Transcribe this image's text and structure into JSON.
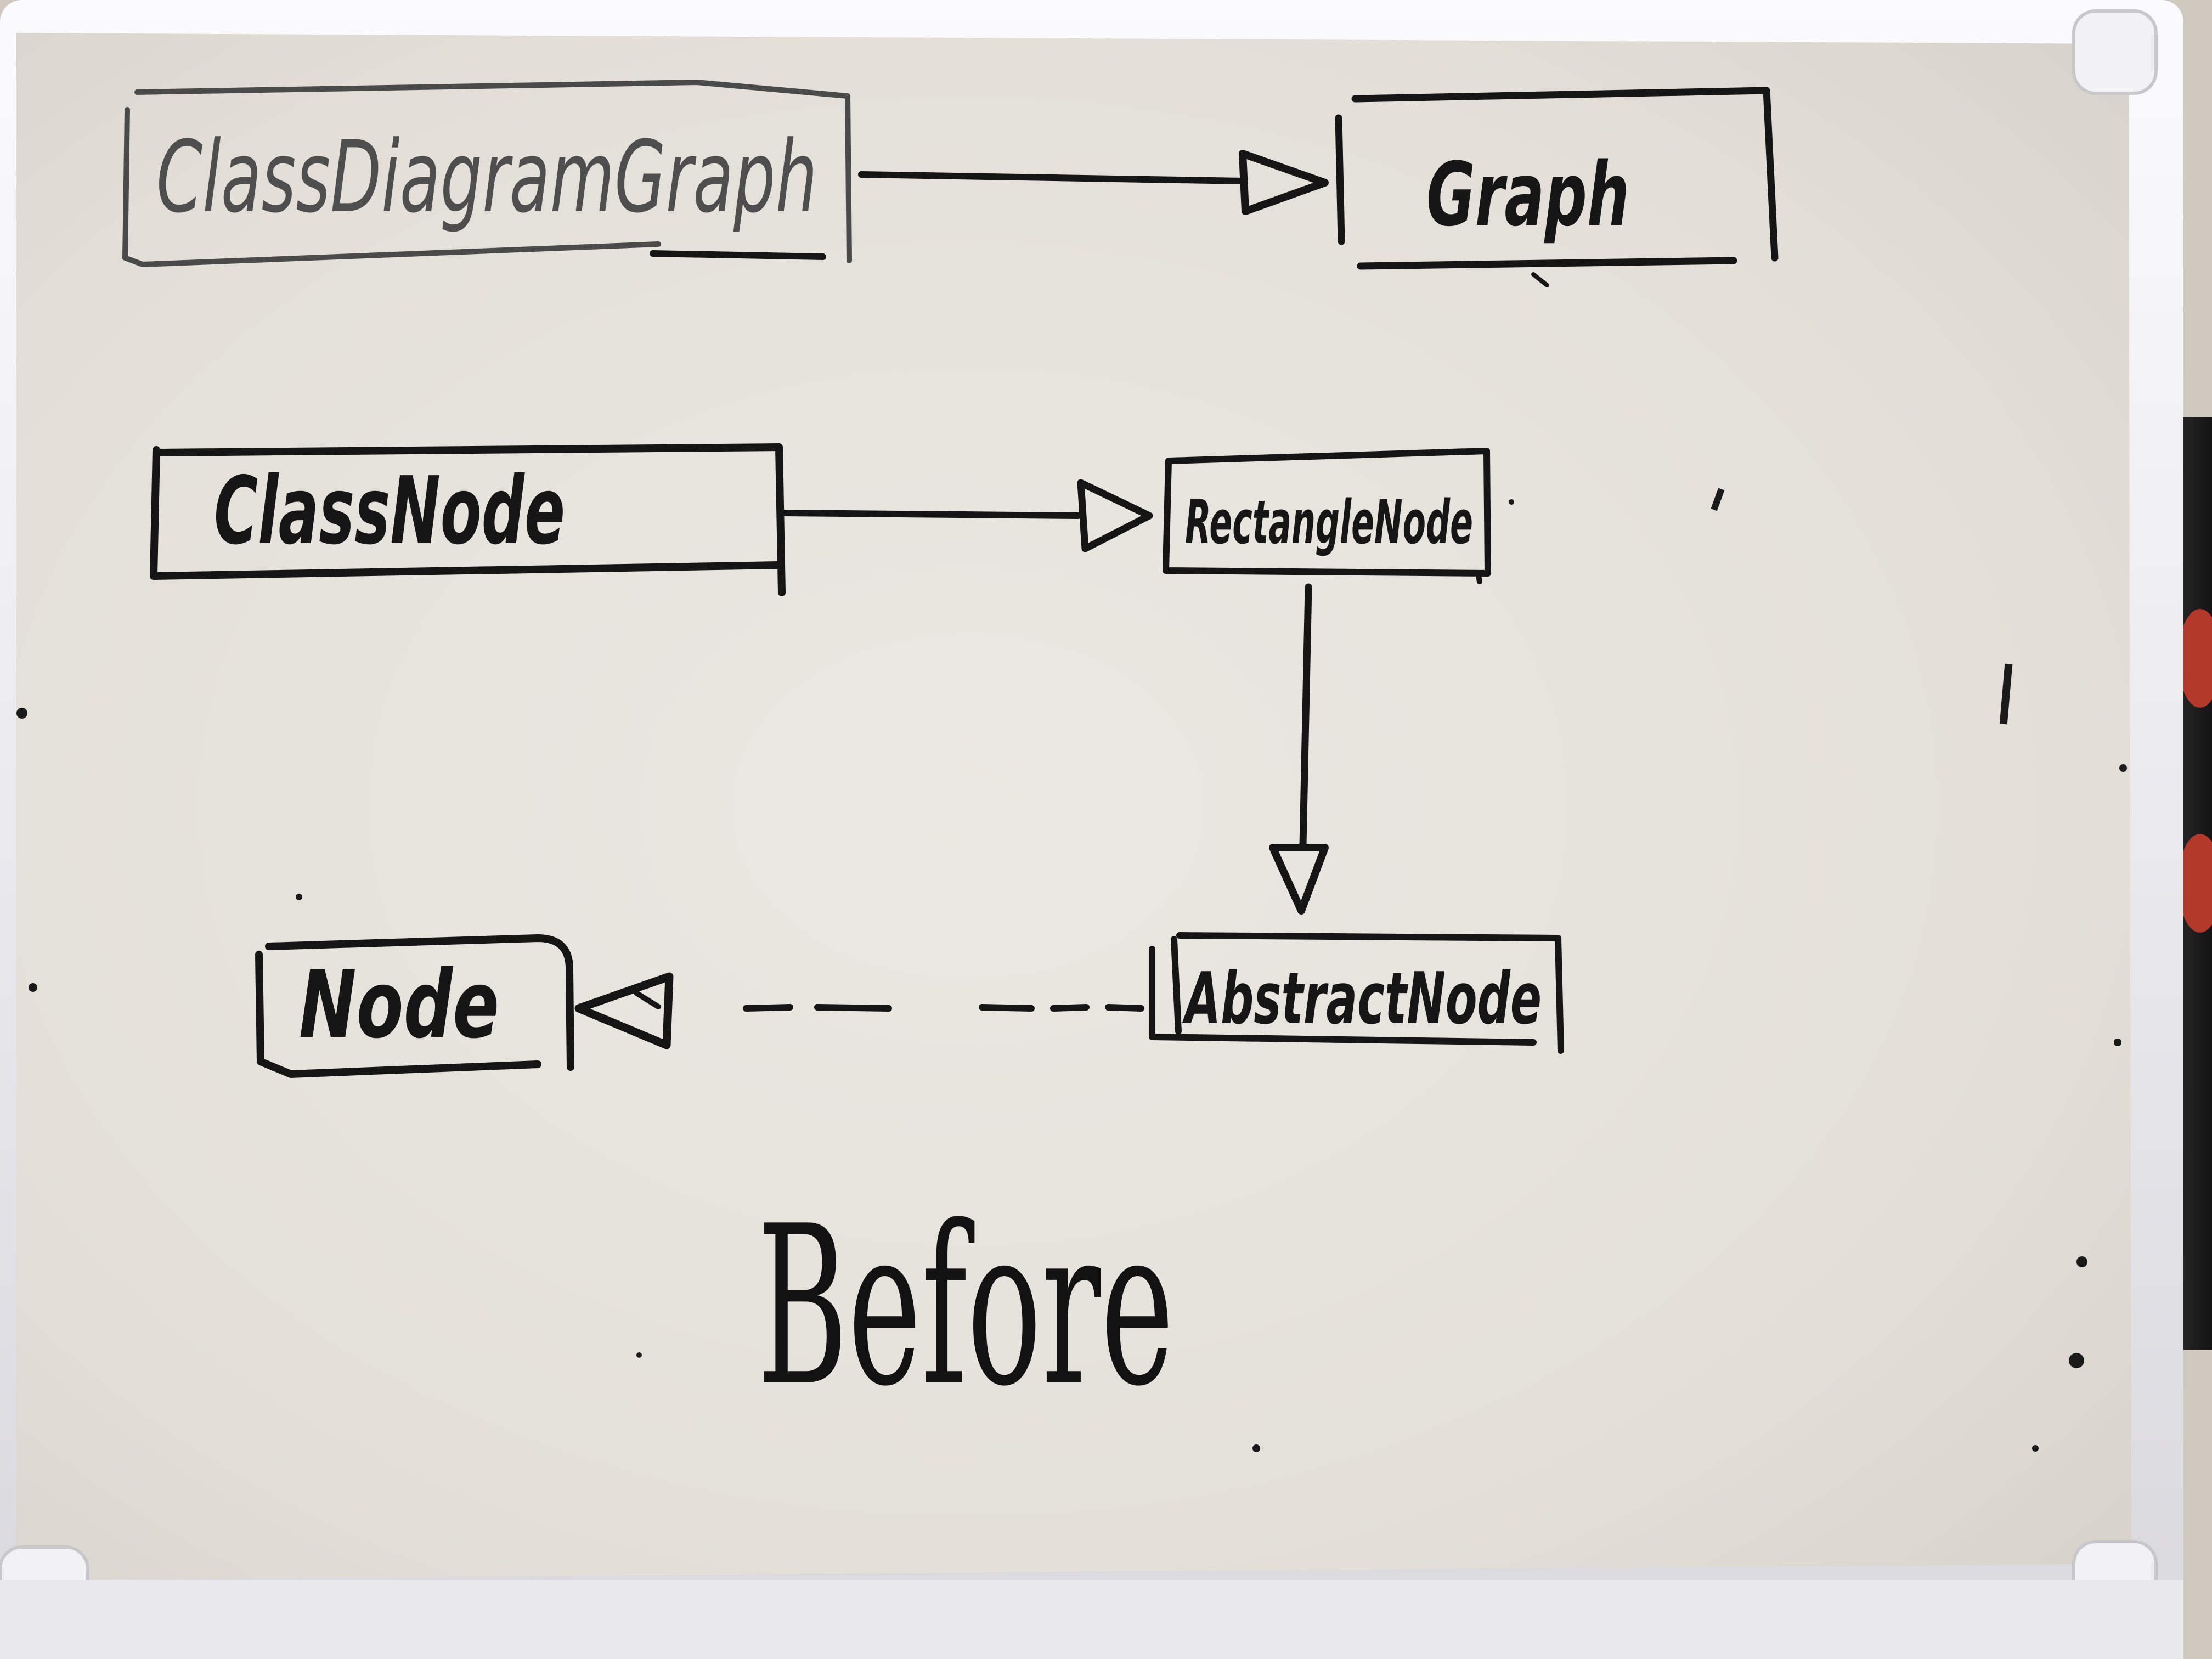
{
  "diagram": {
    "classes": [
      {
        "id": "class-diagram-graph",
        "label": "ClassDiagramGraph"
      },
      {
        "id": "graph",
        "label": "Graph"
      },
      {
        "id": "class-node",
        "label": "ClassNode"
      },
      {
        "id": "rectangle-node",
        "label": "RectangleNode"
      },
      {
        "id": "node",
        "label": "Node"
      },
      {
        "id": "abstract-node",
        "label": "AbstractNode"
      }
    ],
    "relations": [
      {
        "from": "ClassDiagramGraph",
        "to": "Graph",
        "type": "generalization",
        "line": "solid"
      },
      {
        "from": "ClassNode",
        "to": "RectangleNode",
        "type": "generalization",
        "line": "solid"
      },
      {
        "from": "RectangleNode",
        "to": "AbstractNode",
        "type": "generalization",
        "line": "solid"
      },
      {
        "from": "AbstractNode",
        "to": "Node",
        "type": "realization",
        "line": "dashed"
      }
    ],
    "caption": "Before"
  },
  "colors": {
    "board": "#e6e2dc",
    "frame": "#f0f0f2",
    "marker": "#151515"
  }
}
